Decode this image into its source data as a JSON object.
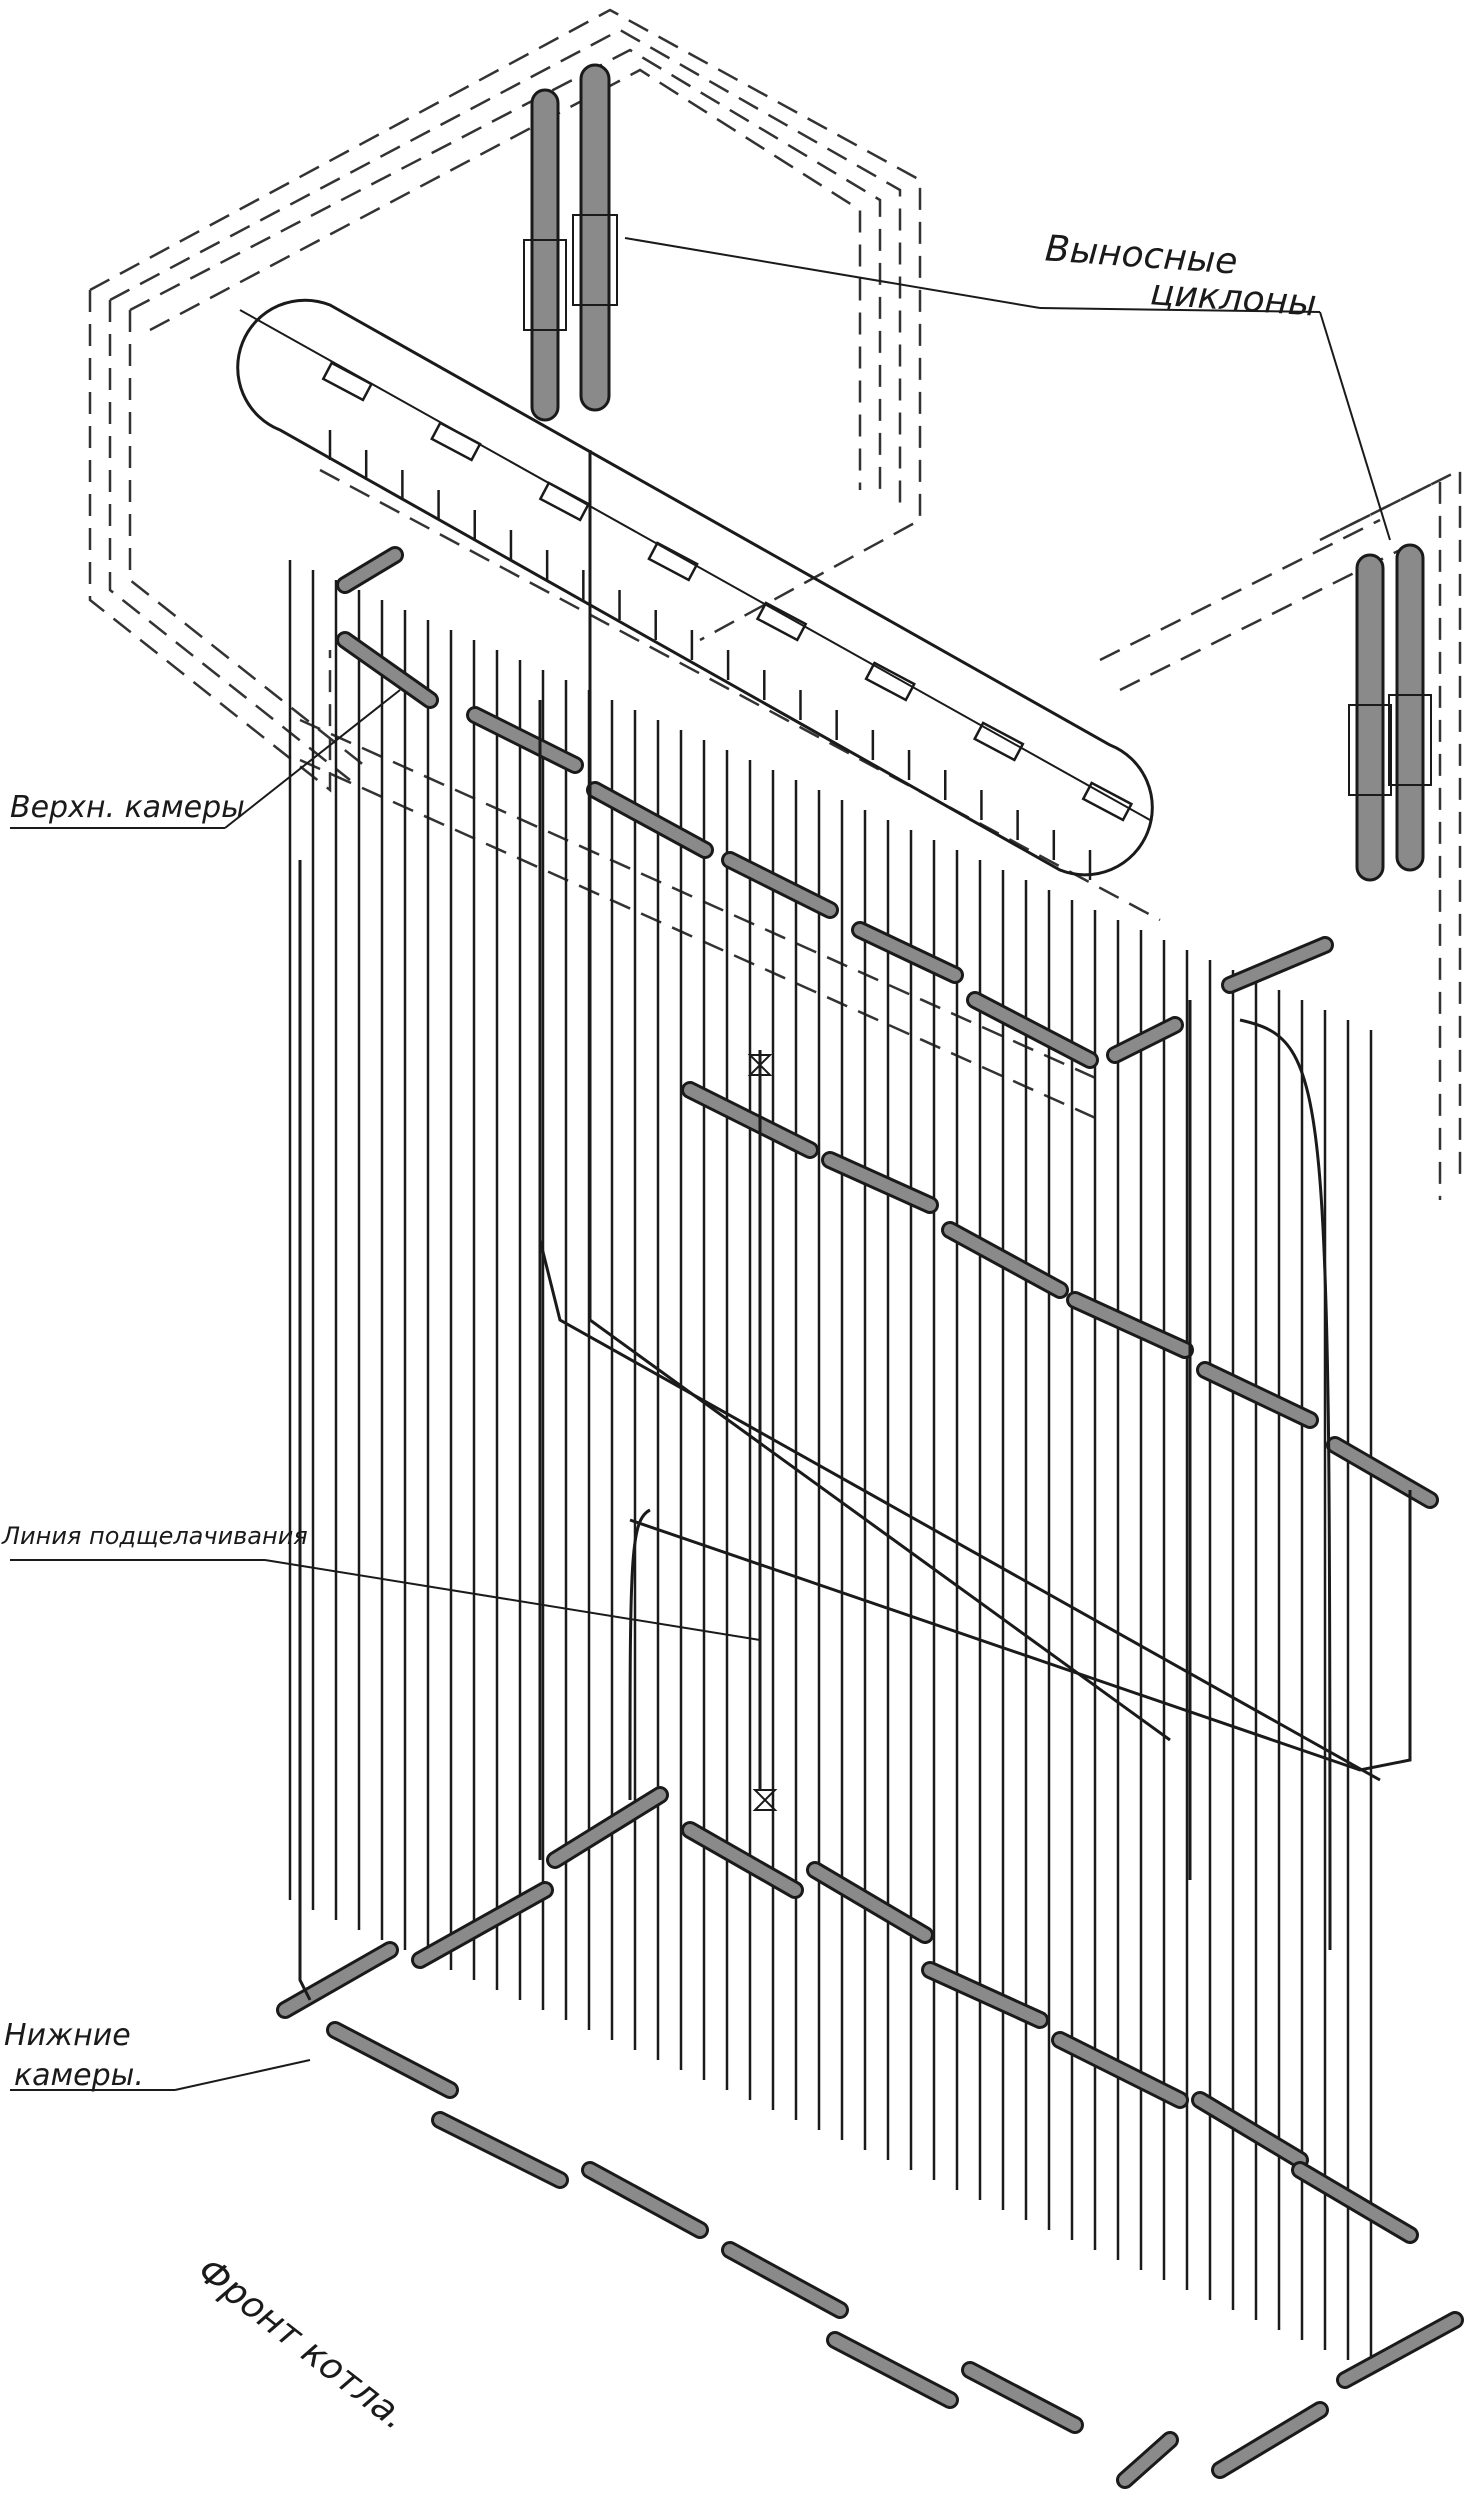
{
  "labels": {
    "cyclones_line1": "Выносные",
    "cyclones_line2": "циклоны",
    "upper_chambers": "Верхн. камеры",
    "alkali_line": "Линия подщелачивания",
    "lower_chambers_line1": "Нижние",
    "lower_chambers_line2": "камеры.",
    "boiler_front": "Фронт котла."
  },
  "colors": {
    "ink": "#1a1a1a",
    "header_fill": "#8a8a8a",
    "background": "#ffffff"
  }
}
